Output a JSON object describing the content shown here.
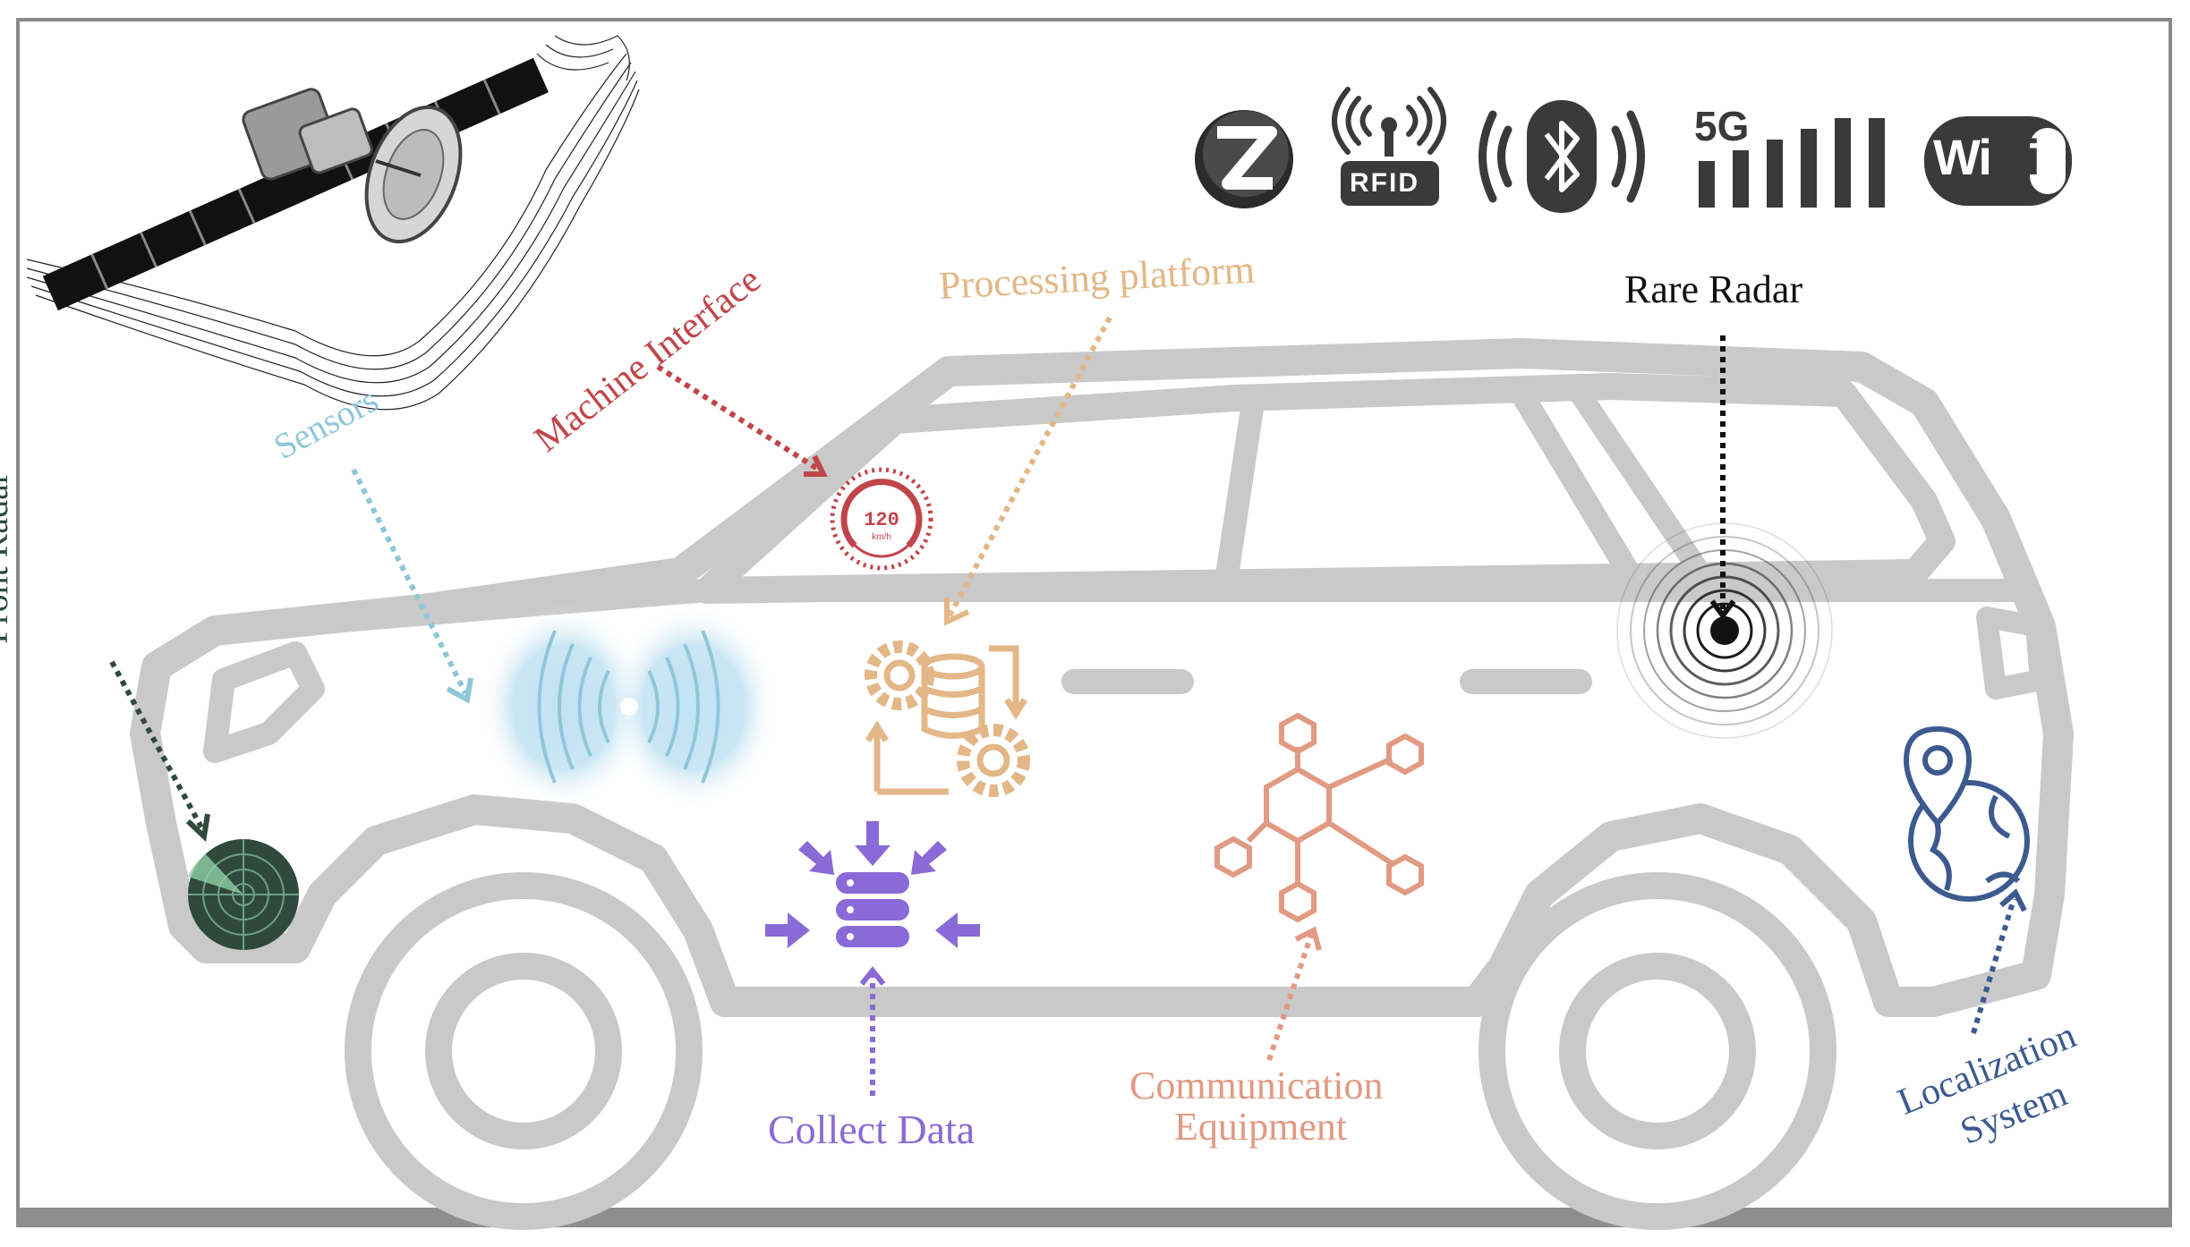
{
  "labels": {
    "front_radar": "Front Radar",
    "sensors": "Sensors",
    "machine_interface": "Machine Interface",
    "processing_platform": "Processing platform",
    "rare_radar": "Rare Radar",
    "collect_data": "Collect Data",
    "communication_equipment_line1": "Communication",
    "communication_equipment_line2": "Equipment",
    "localization_system_line1": "Localization",
    "localization_system_line2": "System",
    "speed_readout": "120",
    "speed_unit": "km/h"
  },
  "connectivity_icons": {
    "zigbee": "zigbee-icon",
    "rfid": "RFID",
    "bluetooth": "bluetooth-icon",
    "five_g": "5G",
    "wifi": "WiFi"
  },
  "colors": {
    "car_outline": "#c9c9c9",
    "front_radar": "#2f4a3c",
    "sensors": "#8fc7da",
    "machine_interface": "#c0454a",
    "processing_platform": "#e3b787",
    "rare_radar": "#111111",
    "collect_data": "#8a6ad6",
    "communication_equipment": "#e29a82",
    "localization_system": "#3c5a8f",
    "connectivity": "#3a3a3a"
  }
}
